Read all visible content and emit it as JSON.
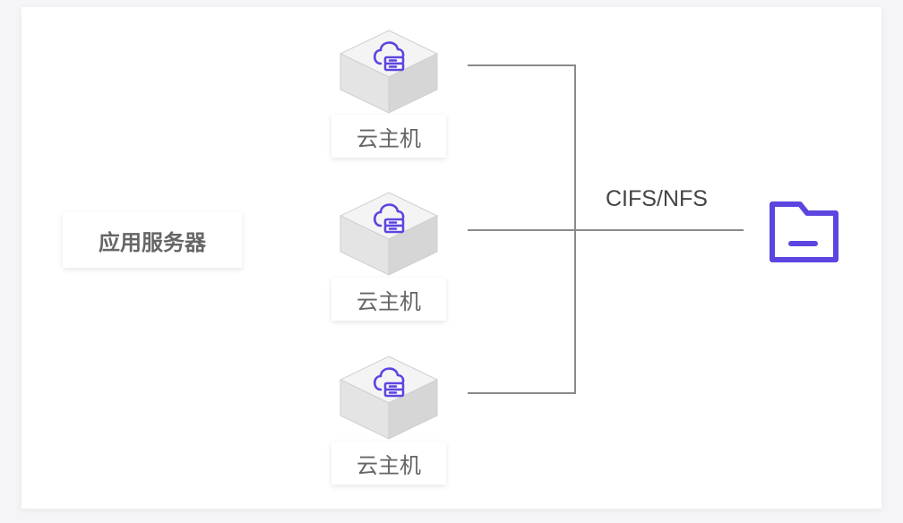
{
  "app_server": {
    "label": "应用服务器"
  },
  "hosts": [
    {
      "label": "云主机"
    },
    {
      "label": "云主机"
    },
    {
      "label": "云主机"
    }
  ],
  "connection": {
    "protocol": "CIFS/NFS"
  },
  "icons": {
    "host_icon": "cloud-server-cube-icon",
    "storage_icon": "folder-icon"
  },
  "colors": {
    "accent": "#5b46e0",
    "line": "#8a8a8a",
    "text": "#666666"
  }
}
